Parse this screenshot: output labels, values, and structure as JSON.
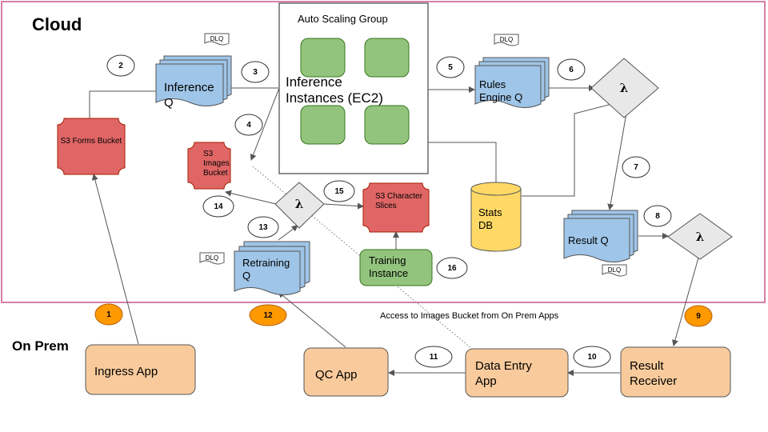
{
  "regions": {
    "cloud": "Cloud",
    "on_prem": "On Prem"
  },
  "asg": {
    "title": "Auto Scaling Group",
    "instances_label": "Inference Instances (EC2)"
  },
  "queues": {
    "inference": "Inference Q",
    "rules": "Rules Engine Q",
    "result": "Result Q",
    "retraining": "Retraining Q",
    "dlq": "DLQ"
  },
  "buckets": {
    "forms": "S3 Forms Bucket",
    "images": "S3 Images Bucket",
    "slices": "S3 Character Slices"
  },
  "lambda": "λ",
  "stats_db": "Stats DB",
  "training_instance": "Training Instance",
  "apps": {
    "ingress": "Ingress App",
    "qc": "QC App",
    "data_entry": "Data Entry App",
    "result_receiver": "Result Receiver"
  },
  "note": "Access to Images Bucket from On Prem Apps",
  "steps": [
    "1",
    "2",
    "3",
    "4",
    "5",
    "6",
    "7",
    "8",
    "9",
    "10",
    "11",
    "12",
    "13",
    "14",
    "15",
    "16"
  ],
  "colors": {
    "cloud_border": "#d47fa6",
    "queue": "#9fc5e8",
    "bucket": "#e06666",
    "instance": "#93c47d",
    "app": "#f9cb9c",
    "lambda": "#e8e8e8",
    "db": "#ffd966",
    "highlight": "#ff9900"
  }
}
